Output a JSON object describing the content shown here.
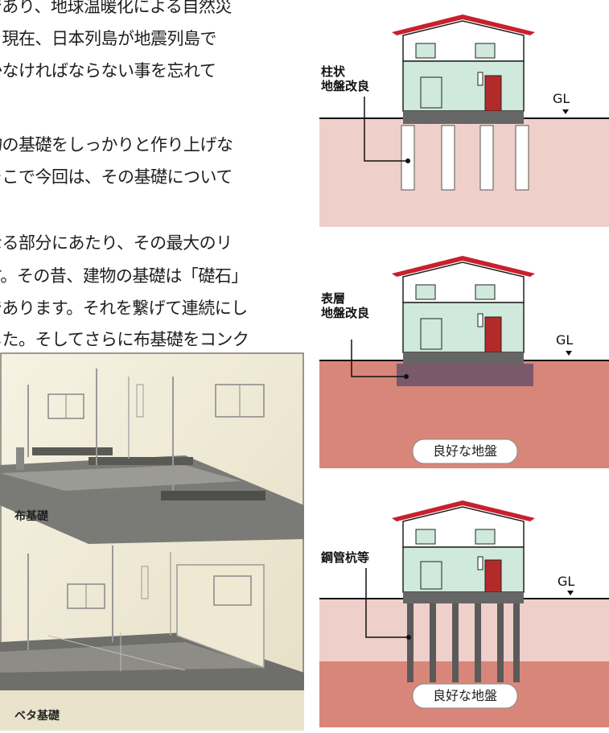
{
  "text_lines": [
    "であり、地球温暖化による自然災",
    "う現在、日本列島が地震列島で",
    "かなければならない事を忘れて",
    "",
    "物の基礎をしっかりと作り上げな",
    "そこで今回は、その基礎について",
    "",
    "なる部分にあたり、その最大のリ",
    "す。その昔、建物の基礎は「礎石」",
    "であります。それを繋げて連続にし",
    "した。そしてさらに布基礎をコンク"
  ],
  "photo": {
    "caption_top": "布基礎",
    "caption_bottom": "ベタ基礎"
  },
  "diagrams": [
    {
      "label_line1": "柱状",
      "label_line2": "地盤改良",
      "gl": "GL"
    },
    {
      "label_line1": "表層",
      "label_line2": "地盤改良",
      "gl": "GL",
      "ground": "良好な地盤"
    },
    {
      "label_line1": "鋼管杭等",
      "label_line2": "",
      "gl": "GL",
      "ground": "良好な地盤"
    }
  ],
  "colors": {
    "roof": "#c8202f",
    "wall_upper": "#ffffff",
    "wall_lower": "#cfe9dc",
    "door": "#b22a2a",
    "foundation": "#666666",
    "soil_light": "#efcfc9",
    "soil_dark": "#d9867a",
    "pile": "#ffffff",
    "steel_pile": "#5a5a5a",
    "ground_improve": "#7a5a6a"
  }
}
